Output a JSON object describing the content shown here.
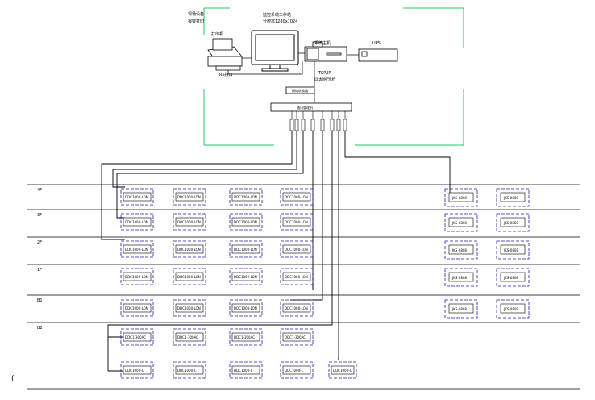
{
  "control_room": {
    "label_top_left_1": "现场设备",
    "label_top_left_2": "报警打印",
    "printer": "打印机",
    "printer_port": "RS接口",
    "monitor_1": "监控系统工作站",
    "monitor_2": "分辨率1280x1024",
    "host": "系统主机",
    "ups": "UPS",
    "comm_1": "TCP/IP",
    "comm_2": "以太网/光纤",
    "converter": "网络转换器",
    "hub": "通讯管理机"
  },
  "floors": [
    {
      "label": "4F"
    },
    {
      "label": "3F"
    },
    {
      "label": "2F"
    },
    {
      "label": "1F"
    },
    {
      "label": "B1"
    },
    {
      "label": "B2"
    }
  ],
  "device_rows": [
    [
      "DDC1000-LON",
      "DDC1000-LON",
      "DDC1000-LON",
      "DDC1000-LON"
    ],
    [
      "DDC1000-LON",
      "DDC1000-LON",
      "DDC1000-LON",
      "DDC1000-LON"
    ],
    [
      "DDC1000-LON",
      "DDC1000-LON",
      "DDC1000-LON",
      "DDC1000-LON"
    ],
    [
      "DDC1000-LON",
      "DDC1000-LON",
      "DDC1000-LON",
      "DDC1000-LON"
    ],
    [
      "DDC1000-LON",
      "DDC1000-LON",
      "DDC1000-LON",
      "DDC1000-LON"
    ],
    [
      "DDC1-300AC",
      "DDC1-300AC",
      "DDC1-300AC",
      "DDC1-300AC"
    ],
    [
      "DDC1000-C",
      "DDC1000-C",
      "DDC1000-C",
      "DDC1000-C",
      "DDC1000-C"
    ]
  ],
  "right_devices": [
    [
      "JKS-0808",
      "JKS-0808"
    ],
    [
      "JKS-0808",
      "JKS-0808"
    ],
    [
      "JKS-0808",
      "JKS-0808"
    ],
    [
      "JKS-0808",
      "JKS-0808"
    ],
    [
      "JKS-0808",
      "JKS-0808"
    ]
  ],
  "colors": {
    "line": "#000000",
    "room_border": "#22c55e",
    "device_border": "#1e1ea8"
  },
  "footer_mark": "("
}
